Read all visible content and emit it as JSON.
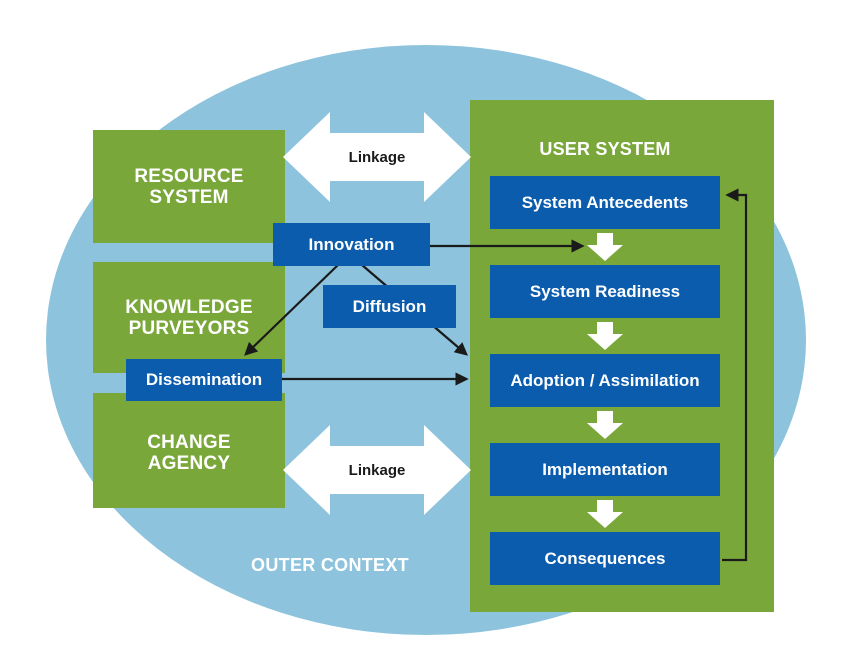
{
  "colors": {
    "ellipse": "#8dc3dc",
    "green": "#7aa73a",
    "blue": "#0b5cad",
    "white": "#ffffff",
    "arrow": "#1a1a1a"
  },
  "icons": {
    "flow_arrow": "white-down-arrow",
    "linkage_arrow": "white-double-headed-arrow",
    "connector": "black-arrow"
  },
  "outer_context": {
    "label": "OUTER CONTEXT"
  },
  "resource_system": {
    "label": "RESOURCE\nSYSTEM"
  },
  "knowledge_purveyors": {
    "label": "KNOWLEDGE\nPURVEYORS"
  },
  "change_agency": {
    "label": "CHANGE\nAGENCY"
  },
  "linkages": [
    {
      "label": "Linkage"
    },
    {
      "label": "Linkage"
    }
  ],
  "processes": {
    "innovation": "Innovation",
    "diffusion": "Diffusion",
    "dissemination": "Dissemination"
  },
  "user_system": {
    "title": "USER SYSTEM",
    "stages": [
      "System Antecedents",
      "System Readiness",
      "Adoption / Assimilation",
      "Implementation",
      "Consequences"
    ]
  }
}
